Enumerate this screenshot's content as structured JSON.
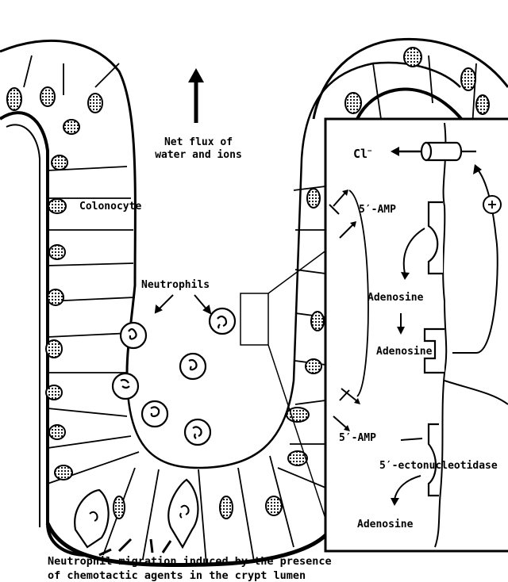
{
  "labels": {
    "net_flux": [
      "Net flux of",
      "water and ions"
    ],
    "colonocyte": "Colonocyte",
    "neutrophils": "Neutrophils",
    "chloride": "Cl",
    "chloride_charge": "−",
    "amp_top": "5′-AMP",
    "adenosine_1": "Adenosine",
    "adenosine_2": "Adenosine",
    "amp_bottom": "5′-AMP",
    "ectonucleotidase": "5′-ectonucleotidase",
    "adenosine_3": "Adenosine",
    "plus_sign": "+",
    "caption": [
      "Neutrophil migration induced by the presence",
      "of chemotactic agents in the crypt lumen"
    ]
  },
  "colors": {
    "ink": "#000000",
    "background": "#ffffff"
  }
}
